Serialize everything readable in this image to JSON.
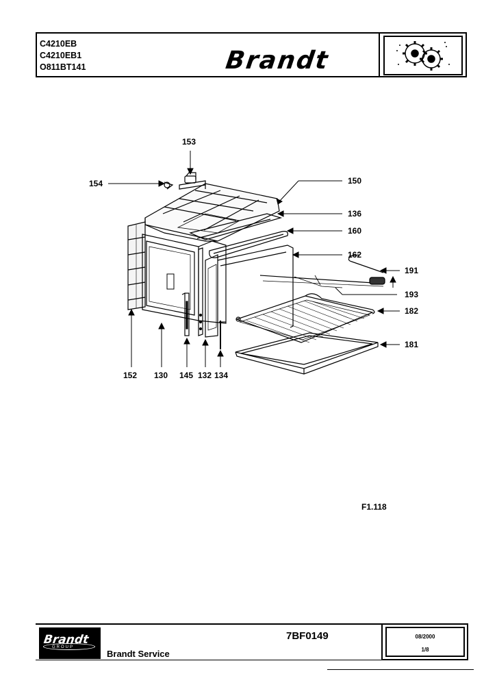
{
  "header": {
    "models": [
      "C4210EB",
      "C4210EB1",
      "O811BT141"
    ],
    "brand": "Brandt",
    "logo_icon": "gears-icon"
  },
  "diagram": {
    "part_labels": {
      "p153": "153",
      "p154": "154",
      "p150": "150",
      "p136": "136",
      "p160": "160",
      "p162": "162",
      "p191": "191",
      "p193": "193",
      "p182": "182",
      "p181": "181",
      "p152": "152",
      "p130": "130",
      "p145": "145",
      "p132": "132",
      "p134": "134"
    },
    "figure_code": "F1.118"
  },
  "footer": {
    "logo_text": "Brandt",
    "logo_subtext": "GROUP",
    "service": "Brandt Service",
    "doc_ref": "7BF0149",
    "date": "08/2000",
    "page": "1/8"
  }
}
